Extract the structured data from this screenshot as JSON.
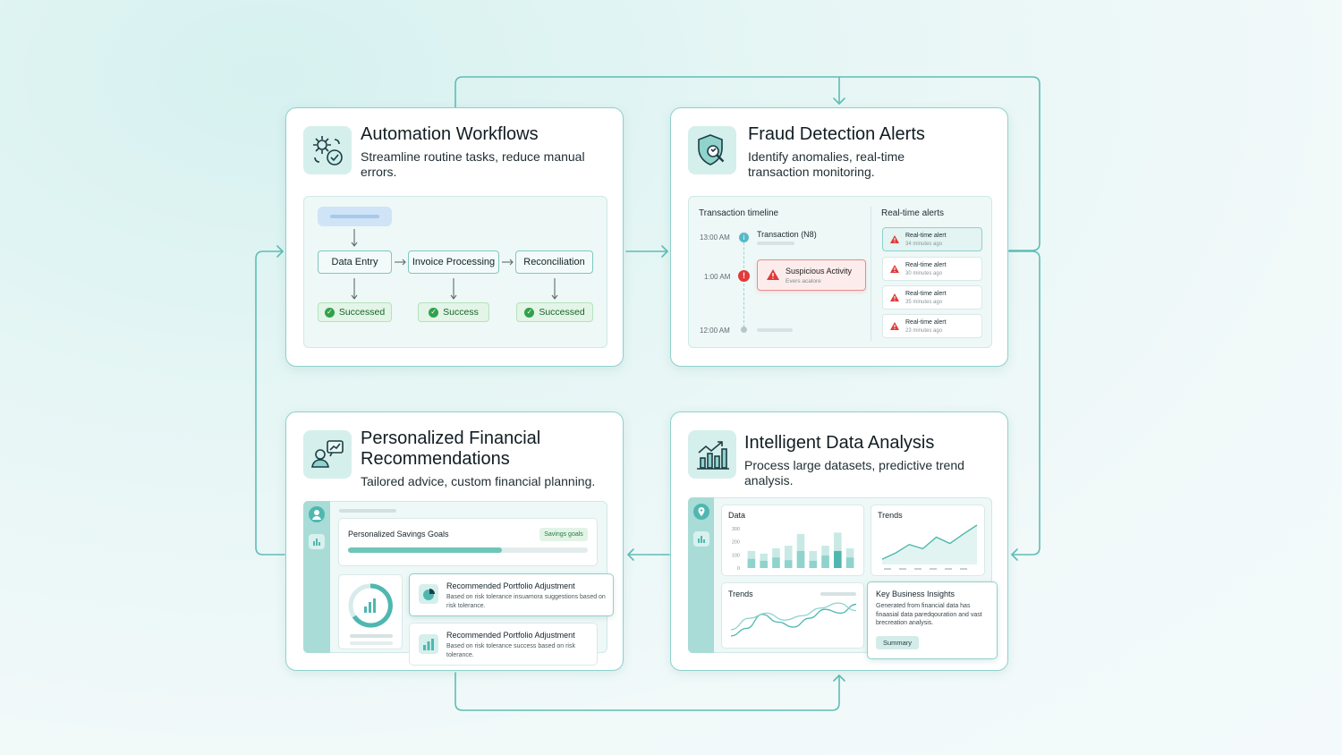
{
  "cards": {
    "automation": {
      "title": "Automation Workflows",
      "description": "Streamline routine tasks, reduce manual errors.",
      "icon": "gear-check-icon",
      "workflow": {
        "nodes": [
          "Data Entry",
          "Invoice Processing",
          "Reconciliation"
        ],
        "statuses": [
          "Successed",
          "Success",
          "Successed"
        ]
      }
    },
    "fraud": {
      "title": "Fraud Detection Alerts",
      "description": "Identify anomalies, real-time transaction monitoring.",
      "icon": "shield-search-icon",
      "timeline": {
        "heading": "Transaction timeline",
        "times": [
          "13:00 AM",
          "1:00 AM",
          "12:00 AM"
        ],
        "transaction": "Transaction (N8)",
        "suspicious_title": "Suspicious Activity",
        "suspicious_sub": "Evers acalore"
      },
      "alerts": {
        "heading": "Real-time alerts",
        "items": [
          {
            "title": "Real-time alert",
            "time": "34 minutes ago"
          },
          {
            "title": "Real-time alert",
            "time": "30 minutes ago"
          },
          {
            "title": "Real-time alert",
            "time": "35 minutes ago"
          },
          {
            "title": "Real-time alert",
            "time": "23 minutes ago"
          }
        ]
      }
    },
    "recommendations": {
      "title": "Personalized Financial Recommendations",
      "description": "Tailored advice, custom financial planning.",
      "icon": "user-chart-icon",
      "savings": {
        "label": "Personalized Savings Goals",
        "badge": "Savings goals",
        "progress": 0.64
      },
      "portfolio": [
        {
          "title": "Recommended Portfolio Adjustment",
          "text": "Based on risk tolerance insuamora suggestions based on risk tolerance.",
          "icon": "pie-chart-icon"
        },
        {
          "title": "Recommended Portfolio Adjustment",
          "text": "Based on risk tolerance success based on risk tolerance.",
          "icon": "bar-chart-icon"
        }
      ]
    },
    "analysis": {
      "title": "Intelligent Data Analysis",
      "description": "Process large datasets, predictive trend analysis.",
      "icon": "trend-bars-icon",
      "data_label": "Data",
      "trends_label": "Trends",
      "trends_label_2": "Trends",
      "insights": {
        "title": "Key Business Insights",
        "text": "Generated from financial data has finaasial data paredqouration and vast brecreation analysis.",
        "button": "Summary"
      }
    }
  },
  "chart_data": [
    {
      "type": "bar",
      "title": "Data",
      "yticks": [
        "300",
        "200",
        "100",
        "0"
      ],
      "ylim": [
        0,
        300
      ],
      "series": [
        {
          "values": [
            70,
            55,
            80,
            60,
            130,
            55,
            95,
            130,
            80
          ]
        },
        {
          "values": [
            130,
            110,
            150,
            170,
            260,
            130,
            170,
            270,
            150
          ]
        }
      ]
    },
    {
      "type": "line",
      "title": "Trends",
      "values": [
        10,
        22,
        38,
        30,
        52,
        40,
        58,
        75
      ]
    },
    {
      "type": "line",
      "title": "Trends",
      "series": [
        {
          "values": [
            10,
            22,
            44,
            32,
            24,
            38,
            52,
            46,
            60
          ]
        },
        {
          "values": [
            20,
            38,
            46,
            35,
            42,
            54,
            62,
            50
          ]
        }
      ]
    }
  ],
  "colors": {
    "accent": "#5bbdb6",
    "success": "#2fa24b",
    "danger": "#e03a3a",
    "border": "#8fd0cc"
  }
}
